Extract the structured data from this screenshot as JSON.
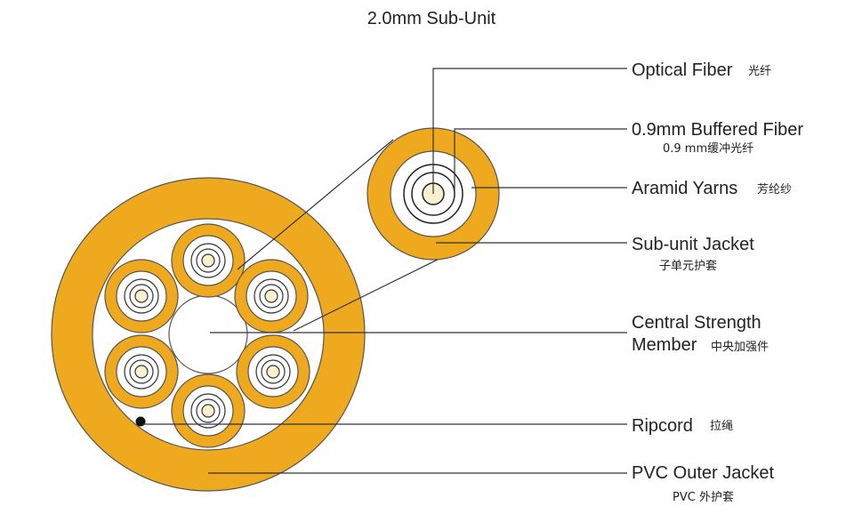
{
  "title": "2.0mm Sub-Unit",
  "colors": {
    "jacket": "#EFA91E",
    "jacket_stroke": "#555555",
    "fiber_core": "#FBF1D0",
    "background": "#FFFFFF",
    "line": "#333333"
  },
  "labels": {
    "optical_fiber": {
      "en": "Optical Fiber",
      "zh": "光纤"
    },
    "buffered_fiber": {
      "en": "0.9mm Buffered Fiber",
      "zh": "0.9 mm缓冲光纤"
    },
    "aramid_yarns": {
      "en": "Aramid Yarns",
      "zh": "芳纶纱"
    },
    "subunit_jacket": {
      "en": "Sub-unit Jacket",
      "zh": "子单元护套"
    },
    "central_member": {
      "en_line1": "Central Strength",
      "en_line2": "Member",
      "zh": "中央加强件"
    },
    "ripcord": {
      "en": "Ripcord",
      "zh": "拉绳"
    },
    "outer_jacket": {
      "en": "PVC Outer Jacket",
      "zh": "PVC 外护套"
    }
  }
}
